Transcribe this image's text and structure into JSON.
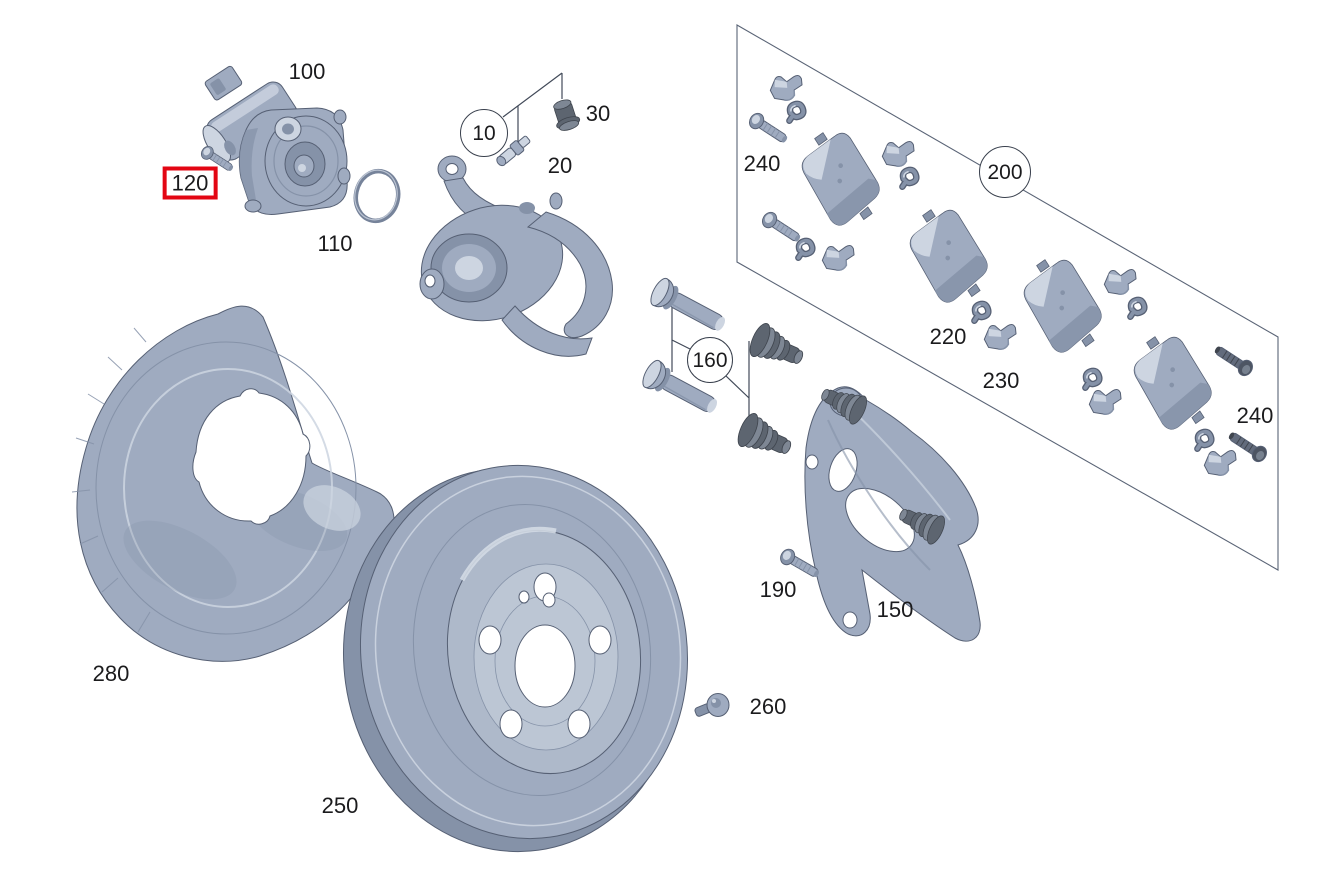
{
  "colors": {
    "background": "#ffffff",
    "part-fill": "#9fabc0",
    "part-light": "#cdd5e1",
    "part-mid": "#8592a8",
    "part-dark": "#6b7890",
    "part-outline": "#566074",
    "rubber-fill": "#5d6570",
    "rubber-light": "#7e8794",
    "rubber-dark": "#3f454e",
    "leader-line": "#424a59",
    "frame-line": "#5a6476",
    "label-text": "#1b1b1d",
    "highlight-red": "#e30613",
    "callout-fill": "#ffffff",
    "callout-stroke": "#39404d"
  },
  "labels": {
    "n100": {
      "text": "100"
    },
    "n110": {
      "text": "110"
    },
    "n120": {
      "text": "120",
      "highlighted": true
    },
    "n10": {
      "text": "10"
    },
    "n20": {
      "text": "20"
    },
    "n30": {
      "text": "30"
    },
    "n160": {
      "text": "160"
    },
    "n200": {
      "text": "200"
    },
    "n220": {
      "text": "220"
    },
    "n230": {
      "text": "230"
    },
    "n240a": {
      "text": "240"
    },
    "n240b": {
      "text": "240"
    },
    "n150": {
      "text": "150"
    },
    "n190": {
      "text": "190"
    },
    "n250": {
      "text": "250"
    },
    "n260": {
      "text": "260"
    },
    "n280": {
      "text": "280"
    }
  }
}
